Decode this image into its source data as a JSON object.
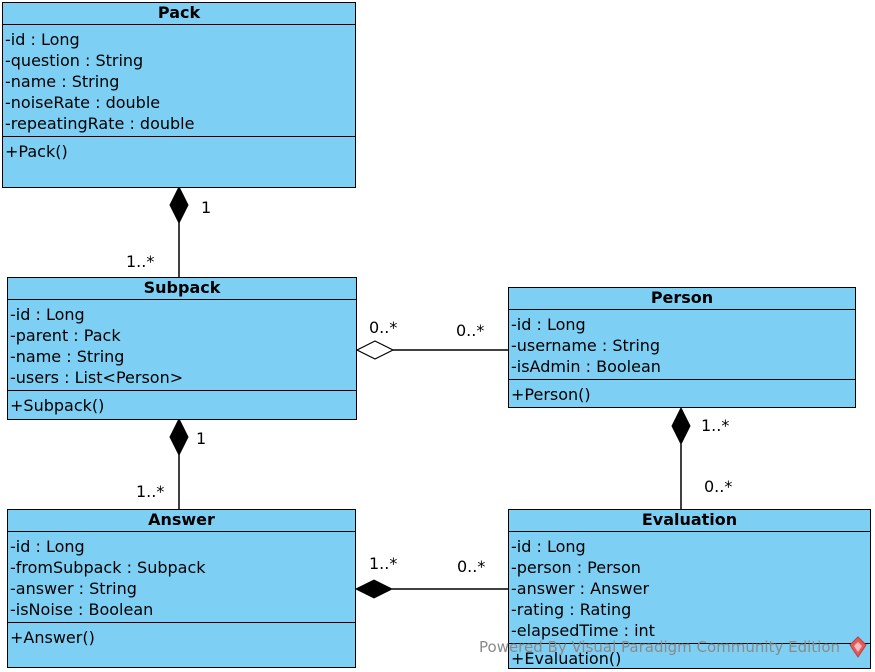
{
  "classes": {
    "pack": {
      "name": "Pack",
      "attributes": [
        "-id : Long",
        "-question : String",
        "-name : String",
        "-noiseRate : double",
        "-repeatingRate : double"
      ],
      "operations": [
        "+Pack()"
      ]
    },
    "subpack": {
      "name": "Subpack",
      "attributes": [
        "-id : Long",
        "-parent : Pack",
        "-name : String",
        "-users : List<Person>"
      ],
      "operations": [
        "+Subpack()"
      ]
    },
    "person": {
      "name": "Person",
      "attributes": [
        "-id : Long",
        "-username : String",
        "-isAdmin : Boolean"
      ],
      "operations": [
        "+Person()"
      ]
    },
    "answer": {
      "name": "Answer",
      "attributes": [
        "-id : Long",
        "-fromSubpack : Subpack",
        "-answer : String",
        "-isNoise : Boolean"
      ],
      "operations": [
        "+Answer()"
      ]
    },
    "evaluation": {
      "name": "Evaluation",
      "attributes": [
        "-id : Long",
        "-person : Person",
        "-answer : Answer",
        "-rating : Rating",
        "-elapsedTime : int"
      ],
      "operations": [
        "+Evaluation()"
      ]
    }
  },
  "relations": {
    "pack_subpack": {
      "type": "composition",
      "whole_mult": "1",
      "part_mult": "1..*"
    },
    "subpack_person": {
      "type": "aggregation",
      "whole_mult": "0..*",
      "part_mult": "0..*"
    },
    "subpack_answer": {
      "type": "composition",
      "whole_mult": "1",
      "part_mult": "1..*"
    },
    "person_evaluation": {
      "type": "composition",
      "whole_mult": "1..*",
      "part_mult": "0..*"
    },
    "answer_evaluation": {
      "type": "composition",
      "whole_mult": "1..*",
      "part_mult": "0..*"
    }
  },
  "watermark": "Powered By Visual Paradigm Community Edition"
}
